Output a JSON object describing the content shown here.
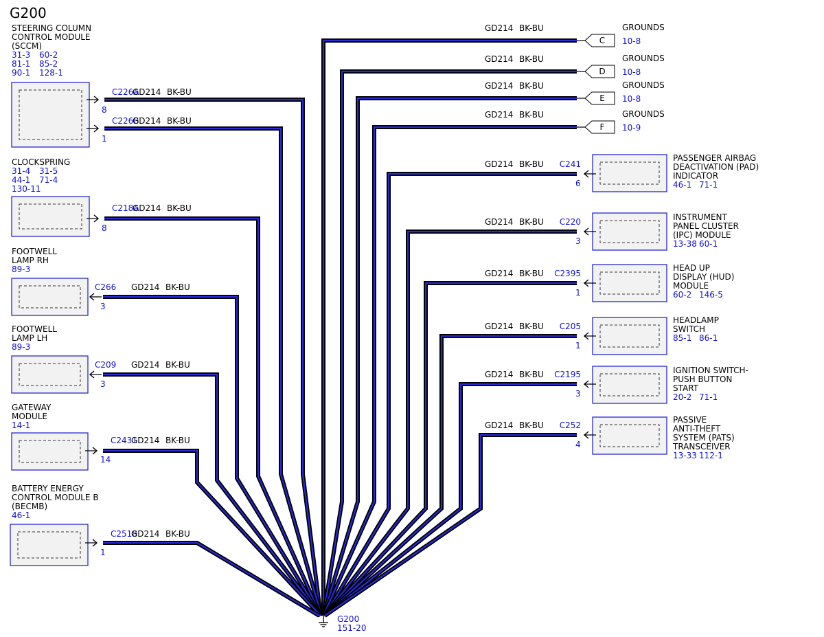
{
  "title": "G200",
  "wire": {
    "circuit": "GD214",
    "color": "BK-BU"
  },
  "ground": {
    "name": "G200",
    "ref": "151-20"
  },
  "left_components": [
    {
      "id": "sccm",
      "name_lines": [
        "STEERING COLUMN",
        "CONTROL MODULE",
        "(SCCM)"
      ],
      "refs": [
        [
          "31-3",
          "60-2"
        ],
        [
          "81-1",
          "85-2"
        ],
        [
          "90-1",
          "128-1"
        ]
      ],
      "connectors": [
        {
          "name": "C226A",
          "pin": "8"
        },
        {
          "name": "C226B",
          "pin": "1"
        }
      ]
    },
    {
      "id": "clockspring",
      "name_lines": [
        "CLOCKSPRING"
      ],
      "refs": [
        [
          "31-4",
          "31-5"
        ],
        [
          "44-1",
          "71-4"
        ],
        [
          "130-11"
        ]
      ],
      "connectors": [
        {
          "name": "C218A",
          "pin": "8"
        }
      ]
    },
    {
      "id": "footwell-rh",
      "name_lines": [
        "FOOTWELL",
        "LAMP RH"
      ],
      "refs": [
        [
          "89-3"
        ]
      ],
      "connectors": [
        {
          "name": "C266",
          "pin": "3"
        }
      ]
    },
    {
      "id": "footwell-lh",
      "name_lines": [
        "FOOTWELL",
        "LAMP LH"
      ],
      "refs": [
        [
          "89-3"
        ]
      ],
      "connectors": [
        {
          "name": "C209",
          "pin": "3"
        }
      ]
    },
    {
      "id": "gateway",
      "name_lines": [
        "GATEWAY",
        "MODULE"
      ],
      "refs": [
        [
          "14-1"
        ]
      ],
      "connectors": [
        {
          "name": "C2431",
          "pin": "14"
        }
      ]
    },
    {
      "id": "becmb",
      "name_lines": [
        "BATTERY ENERGY",
        "CONTROL MODULE B",
        "(BECMB)"
      ],
      "refs": [
        [
          "46-1"
        ]
      ],
      "connectors": [
        {
          "name": "C2518",
          "pin": "1"
        }
      ]
    }
  ],
  "grounds": [
    {
      "label": "GROUNDS",
      "flag": "C",
      "ref": "10-8"
    },
    {
      "label": "GROUNDS",
      "flag": "D",
      "ref": "10-8"
    },
    {
      "label": "GROUNDS",
      "flag": "E",
      "ref": "10-8"
    },
    {
      "label": "GROUNDS",
      "flag": "F",
      "ref": "10-9"
    }
  ],
  "right_components": [
    {
      "id": "pad",
      "name_lines": [
        "PASSENGER AIRBAG",
        "DEACTIVATION (PAD)",
        "INDICATOR"
      ],
      "refs": [
        [
          "46-1",
          "71-1"
        ]
      ],
      "connector": {
        "name": "C241",
        "pin": "6"
      }
    },
    {
      "id": "ipc",
      "name_lines": [
        "INSTRUMENT",
        "PANEL CLUSTER",
        "(IPC) MODULE"
      ],
      "refs": [
        [
          "13-38",
          "60-1"
        ]
      ],
      "connector": {
        "name": "C220",
        "pin": "3"
      }
    },
    {
      "id": "hud",
      "name_lines": [
        "HEAD UP",
        "DISPLAY (HUD)",
        "MODULE"
      ],
      "refs": [
        [
          "60-2",
          "146-5"
        ]
      ],
      "connector": {
        "name": "C2395",
        "pin": "1"
      }
    },
    {
      "id": "headlamp",
      "name_lines": [
        "HEADLAMP",
        "SWITCH"
      ],
      "refs": [
        [
          "85-1",
          "86-1"
        ]
      ],
      "connector": {
        "name": "C205",
        "pin": "1"
      }
    },
    {
      "id": "ignition",
      "name_lines": [
        "IGNITION SWITCH-",
        "PUSH BUTTON",
        "START"
      ],
      "refs": [
        [
          "20-2",
          "71-1"
        ]
      ],
      "connector": {
        "name": "C2195",
        "pin": "3"
      }
    },
    {
      "id": "pats",
      "name_lines": [
        "PASSIVE",
        "ANTI-THEFT",
        "SYSTEM (PATS)",
        "TRANSCEIVER"
      ],
      "refs": [
        [
          "13-33",
          "112-1"
        ]
      ],
      "connector": {
        "name": "C252",
        "pin": "4"
      }
    }
  ]
}
